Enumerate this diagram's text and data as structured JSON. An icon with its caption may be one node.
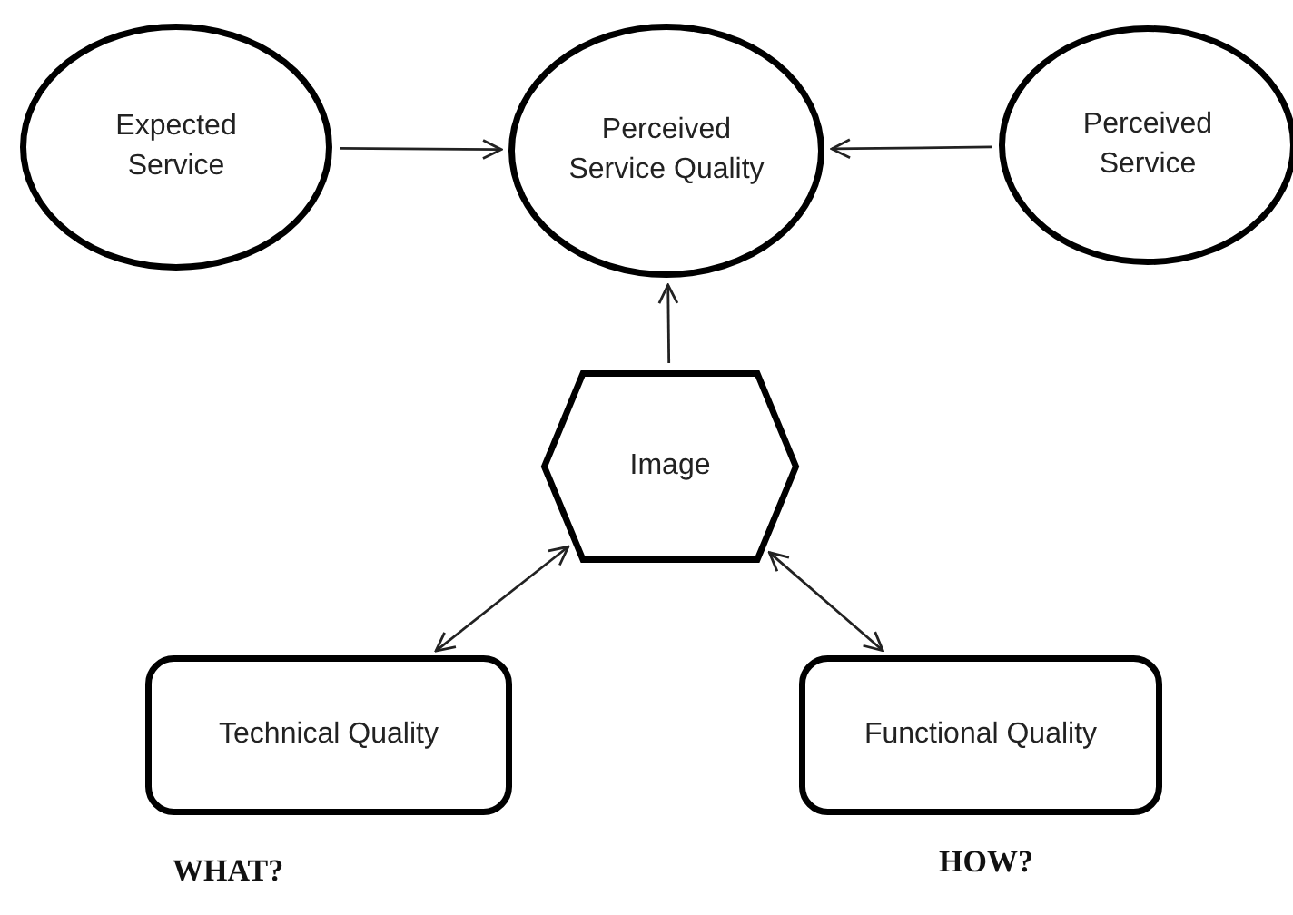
{
  "diagram": {
    "nodes": [
      {
        "text": [
          "Expected Service"
        ]
      },
      {
        "text": [
          "Perceived Service Quality"
        ]
      },
      {
        "text": [
          "Perceived Service"
        ]
      },
      {
        "text": [
          "Image"
        ]
      },
      {
        "text": [
          "Technical Quality"
        ],
        "beside": [
          "WHAT?"
        ]
      },
      {
        "text": [
          "Functional Quality"
        ],
        "beside": [
          "HOW?"
        ]
      }
    ],
    "edges": [
      {
        "from": 0,
        "to": 1,
        "arrow": "to"
      },
      {
        "from": 2,
        "to": 1,
        "arrow": "to"
      },
      {
        "from": 3,
        "to": 1,
        "arrow": "to"
      },
      {
        "from": 3,
        "to": 4,
        "arrow": "both"
      },
      {
        "from": 3,
        "to": 5,
        "arrow": "both"
      }
    ]
  }
}
